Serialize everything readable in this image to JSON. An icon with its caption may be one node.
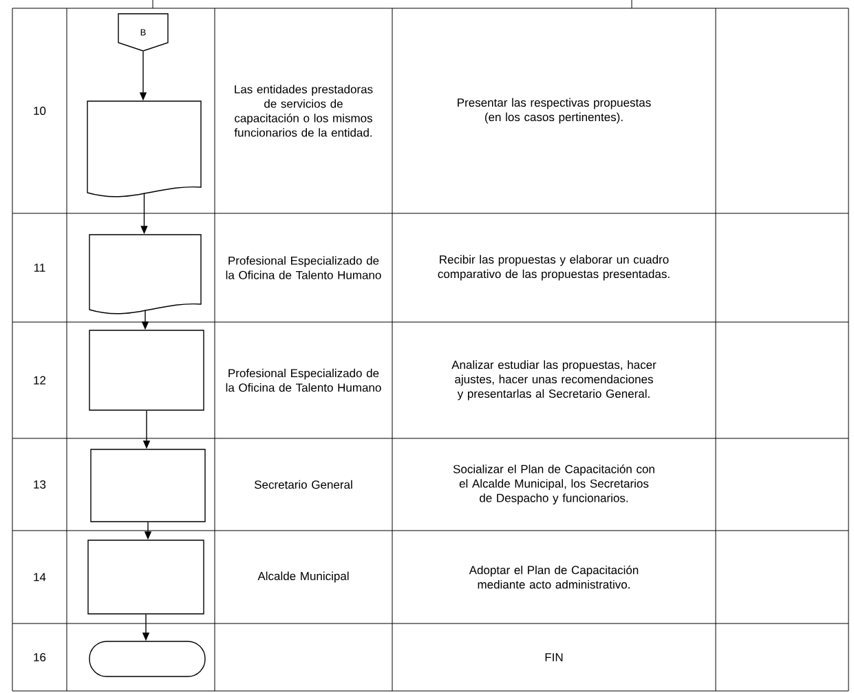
{
  "diagram": {
    "nodes": [
      {
        "text": [
          "B"
        ]
      },
      {
        "text": [],
        "shape": "document"
      },
      {
        "text": [],
        "shape": "document"
      },
      {
        "text": [],
        "shape": "box"
      },
      {
        "text": [],
        "shape": "box"
      },
      {
        "text": [],
        "shape": "box"
      },
      {
        "text": [],
        "shape": "terminal"
      }
    ],
    "edges": [
      {
        "from": 0,
        "to": 1,
        "arrow": "to"
      },
      {
        "from": 1,
        "to": 2,
        "arrow": "to"
      },
      {
        "from": 2,
        "to": 3,
        "arrow": "to"
      },
      {
        "from": 3,
        "to": 4,
        "arrow": "to"
      },
      {
        "from": 4,
        "to": 5,
        "arrow": "to"
      },
      {
        "from": 5,
        "to": 6,
        "arrow": "to"
      }
    ],
    "labels": [
      "10",
      "Las entidades prestadoras de servicios de capacitación o los mismos funcionarios de la entidad.",
      "Presentar  las respectivas propuestas (en los casos pertinentes).",
      "11",
      "Profesional Especializado de la Oficina de Talento Humano",
      "Recibir  las propuestas y elaborar un cuadro comparativo de las propuestas presentadas.",
      "12",
      "Profesional Especializado de la Oficina de Talento Humano",
      "Analizar  estudiar las propuestas, hacer ajustes, hacer unas recomendaciones y presentarlas al Secretario General.",
      "13",
      "Secretario General",
      "Socializar el Plan de Capacitación con el Alcalde Municipal, los Secretarios de Despacho y funcionarios.",
      "14",
      "Alcalde Municipal",
      "Adoptar el Plan de Capacitación mediante acto administrativo.",
      "16",
      "FIN"
    ]
  }
}
